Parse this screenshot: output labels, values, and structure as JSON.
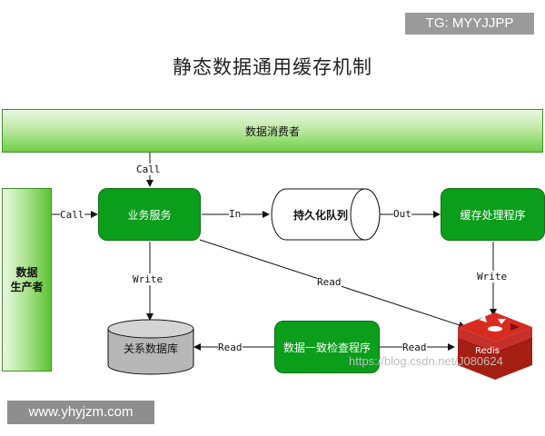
{
  "overlay": {
    "tg": "TG: MYYJJPP",
    "site": "www.yhyjzm.com"
  },
  "diagram": {
    "title": "静态数据通用缓存机制",
    "consumer": "数据消费者",
    "producer": "数据\n生产者",
    "business": "业务服务",
    "queue": "持久化队列",
    "cache_proc": "缓存处理程序",
    "db": "关系数据库",
    "checker": "数据一致检查程序",
    "redis": "Redis",
    "labels": {
      "call_top": "Call",
      "call_left": "Call",
      "in": "In",
      "out": "Out",
      "write_left": "Write",
      "write_right": "Write",
      "read_diag": "Read",
      "read_left": "Read",
      "read_right": "Read"
    },
    "watermark": "https://blog.csdn.net/J080624"
  }
}
